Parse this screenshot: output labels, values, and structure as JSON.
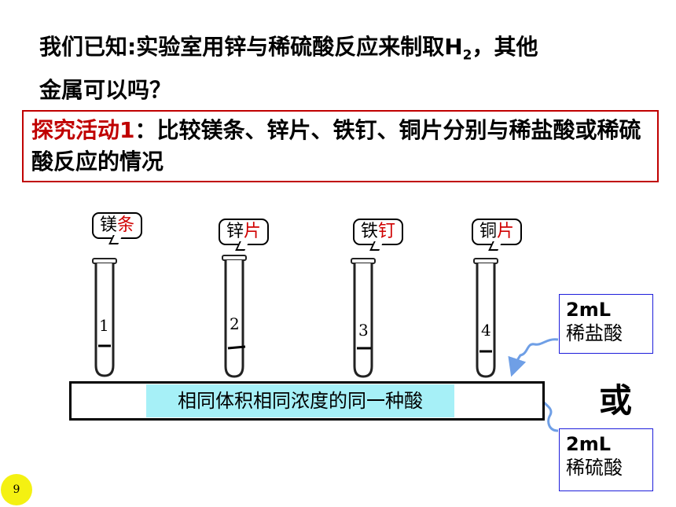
{
  "intro": {
    "line1_prefix": "我们已知:实验室用锌与稀硫酸反应来制取H",
    "line1_sub": "2",
    "line1_suffix": "，其他",
    "line2": "金属可以吗？"
  },
  "activity": {
    "title": "探究活动1",
    "text": "：比较镁条、锌片、铁钉、铜片分别与稀盐酸或稀硫酸反应的情况"
  },
  "tubes": [
    {
      "number": "1",
      "label_black": "镁",
      "label_red": "条"
    },
    {
      "number": "2",
      "label_black": "锌",
      "label_red": "片"
    },
    {
      "number": "3",
      "label_black": "铁",
      "label_red": "钉"
    },
    {
      "number": "4",
      "label_black": "铜",
      "label_red": "片"
    }
  ],
  "bench_label": "相同体积相同浓度的同一种酸",
  "acid_options": [
    {
      "volume": "2mL",
      "name": "稀盐酸"
    },
    {
      "volume": "2mL",
      "name": "稀硫酸"
    }
  ],
  "or_text": "或",
  "page_number": "9",
  "colors": {
    "accent_red": "#c00000",
    "label_bg": "#a6f0f7",
    "box_border": "#1d1ddb",
    "arrow": "#6f9fe6",
    "page_badge": "#f4f112"
  }
}
